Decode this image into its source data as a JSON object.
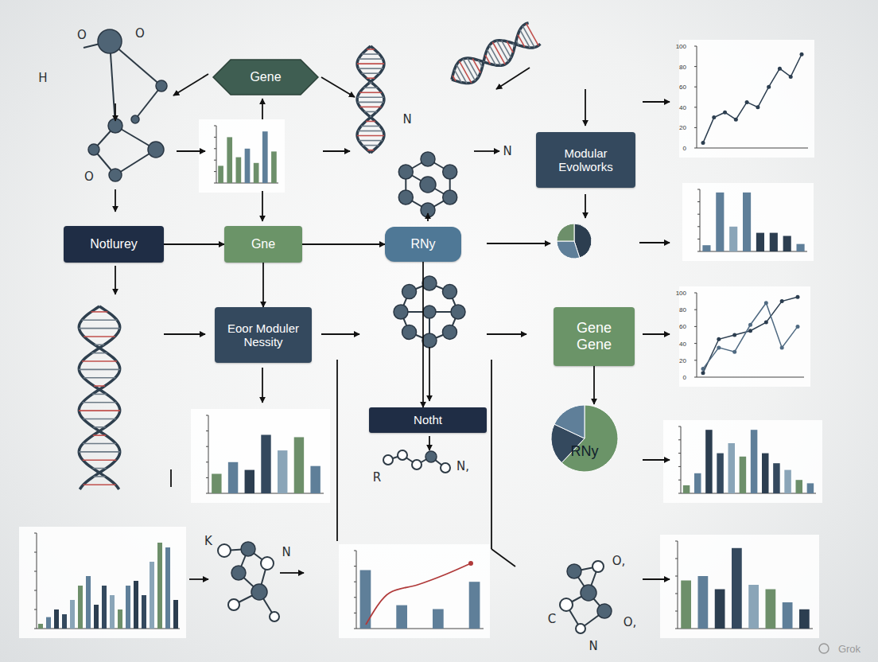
{
  "diagram": {
    "nodes": [
      {
        "text": [
          "Gene"
        ]
      },
      {
        "text": [
          "Modular Evolworks"
        ]
      },
      {
        "text": [
          "Notlurey"
        ]
      },
      {
        "text": [
          "Gne"
        ]
      },
      {
        "text": [
          "RNy"
        ]
      },
      {
        "text": [
          "Eoor Moduler Nessity"
        ]
      },
      {
        "text": [
          "Gene Gene"
        ]
      },
      {
        "text": [
          "Notht"
        ]
      },
      {
        "text": [
          "RNy"
        ]
      }
    ],
    "edges": [
      {
        "from": 2,
        "to": 3,
        "arrow": "to"
      },
      {
        "from": 3,
        "to": 4,
        "arrow": "to"
      },
      {
        "from": 3,
        "to": 5,
        "arrow": "to"
      },
      {
        "from": 4,
        "to": 7,
        "arrow": "to"
      },
      {
        "from": 6,
        "to": 8,
        "arrow": "to"
      }
    ],
    "labels": [
      "O",
      "O",
      "H",
      "O",
      "N",
      "N",
      "R",
      "N,",
      "K",
      "N",
      "O,",
      "C",
      "O,",
      "N",
      "100",
      "80",
      "60",
      "40",
      "20",
      "0",
      "100",
      "80",
      "60",
      "40",
      "20",
      "0",
      "Grok"
    ]
  }
}
